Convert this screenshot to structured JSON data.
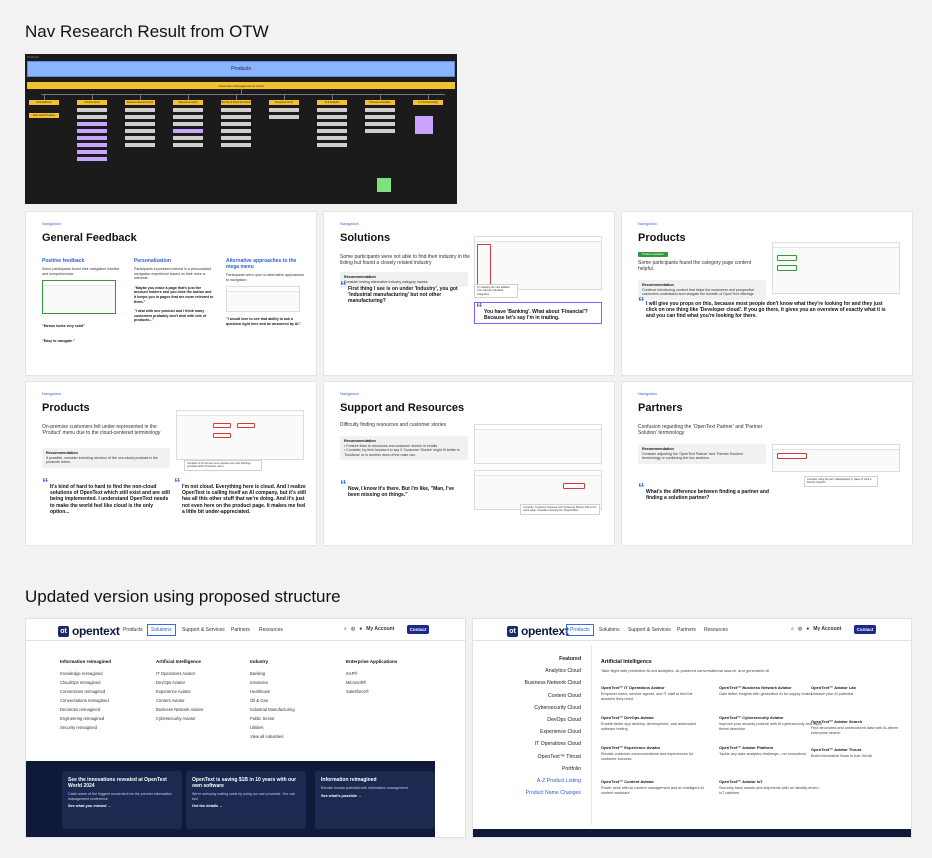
{
  "sections": {
    "top_title": "Nav Research Result from OTW",
    "bottom_title": "Updated version using proposed structure"
  },
  "board": {
    "label": "Products",
    "top": "Products",
    "info": "Information Management & Cloud",
    "columns": [
      {
        "header": "Cloud Editions",
        "items": [],
        "extra": [
          "Core Cloud Products"
        ]
      },
      {
        "header": "Content Cloud",
        "items": [
          "g",
          "g",
          "p",
          "p",
          "p",
          "p",
          "p",
          "p"
        ]
      },
      {
        "header": "Business Network Cloud",
        "items": [
          "g",
          "g",
          "g",
          "g",
          "g",
          "g"
        ]
      },
      {
        "header": "Experience Cloud",
        "items": [
          "g",
          "g",
          "g",
          "p",
          "g",
          "g"
        ]
      },
      {
        "header": "Security & Protection Cloud",
        "items": [
          "g",
          "g",
          "g",
          "g",
          "g",
          "g"
        ]
      },
      {
        "header": "Developer Cloud",
        "items": [
          "g",
          "g"
        ]
      },
      {
        "header": "AI & Analytics",
        "items": [
          "g",
          "g",
          "g",
          "g",
          "g",
          "g"
        ]
      },
      {
        "header": "Process Automation",
        "items": [
          "g",
          "g",
          "g",
          "g"
        ]
      },
      {
        "header": "A-Z Product listing",
        "items": []
      }
    ]
  },
  "slides": {
    "general": {
      "tag": "Navigation",
      "title": "General Feedback",
      "cols": [
        {
          "title": "Positive feedback",
          "desc": "Some participants found their navigation intuitive and comprehensive.",
          "quotes": [
            "\"Menus looks very solid\"",
            "\"Easy to navigate.\""
          ]
        },
        {
          "title": "Personalization",
          "desc": "Participants expressed interest in a personalized navigation experience based on their roles or interests.",
          "quotes": [
            "\"Maybe you make a page that's just the account holders and you click the button and it keeps you in pages that are more relevant to them.\"",
            "\"I deal with one product and I think many customers probably don't deal with lots of products...\""
          ]
        },
        {
          "title": "Alternative approaches to the mega menu",
          "desc": "Participants were open to alternative approaches to navigation.",
          "quotes": [
            "\"I would love to see that ability to ask a question right here and be answered by AI.\""
          ]
        }
      ]
    },
    "solutions": {
      "tag": "Navigation",
      "title": "Solutions",
      "desc": "Some participants were not able to find their industry in the listing but found a closely related industry",
      "rec_title": "Recommendation",
      "rec": "Consider testing alternative industry category names",
      "q1": "First thing I see is on under 'Industry', you got 'Industrial manufacturing' but not other manufacturing?",
      "q2": "You have 'Banking'. What about 'Financial'? Because let's say I'm in trading."
    },
    "products1": {
      "tag": "Navigation",
      "title": "Products",
      "desc": "Some participants found the category page content helpful.",
      "rec_title": "Recommendation",
      "rec": "Continue introducing content that helps the customers and prospective customers understand and navigate the breadth of OpenText offerings.",
      "q1": "I will give you props on this, because most people don't know what they're looking for and they just click on one thing like 'Developer cloud'. If you go there, it gives you an overview of exactly what it is and you can find what you're looking for there."
    },
    "products2": {
      "tag": "Navigation",
      "title": "Products",
      "desc": "On-premise customers felt under-represented in the 'Product' menu due to the cloud-centered terminology",
      "rec_title": "Recommendation",
      "rec": "If possible, consider including mention of the non-cloud products in the products menu.",
      "q1": "It's kind of hard to hard to find the non-cloud solutions of OpenText which still exist and are still being implemented. I understand OpenText needs to make the world feel like cloud is the only option...",
      "q2": "I'm not cloud. Everything here is cloud. And I realize OpenText is calling itself an AI company, but it's still has all this other stuff that we're doing. And it's just not even here on the product page. It makes me feel a little bit under-appreciated."
    },
    "support": {
      "tag": "Navigation",
      "title": "Support and Resources",
      "desc": "Difficulty finding resources and customer stories",
      "rec_title": "Recommendation",
      "rec": "• Feature links to resources and customer stories in emails\n• Consider, by their keyword to say if 'Customer Stories' might fit better in 'Solutions' or in another area of the main nav.",
      "q1": "Now, I know it's there. But I'm like, \"Man, I've been missing on things.\""
    },
    "partners": {
      "tag": "Navigation",
      "title": "Partners",
      "desc": "Confusion regarding the 'OpenText Partner' and 'Partner Solution' terminology",
      "rec_title": "Recommendation",
      "rec": "Consider adjusting the 'OpenText Partner' and 'Partner Solution' terminology or combining the two sections.",
      "q1": "What's the difference between finding a partner and finding a solution partner?"
    }
  },
  "site": {
    "logo": "opentext",
    "nav": [
      "Products",
      "Solutions",
      "Support & Services",
      "Partners",
      "Resources"
    ],
    "account": "My Account",
    "contact": "Contact"
  },
  "solutions_menu": {
    "cols": [
      {
        "title": "Information reimagined",
        "items": [
          "Knowledge reimagined",
          "CloudOps reimagined",
          "Connections reimagined",
          "Conversations reimagined",
          "Decisions reimagined",
          "Engineering reimagined",
          "Security reimagined"
        ]
      },
      {
        "title": "Artificial Intelligence",
        "items": [
          "IT Operations Aviator",
          "DevOps Aviator",
          "Experience Aviator",
          "Content Aviator",
          "Business Network Aviator",
          "Cybersecurity Aviator"
        ]
      },
      {
        "title": "Industry",
        "items": [
          "Banking",
          "Insurance",
          "Healthcare",
          "Oil & Gas",
          "Industrial Manufacturing",
          "Public Sector",
          "Utilities",
          "View all industries"
        ]
      },
      {
        "title": "Enterprise Applications",
        "items": [
          "SAP®",
          "Microsoft®",
          "Salesforce®"
        ]
      }
    ],
    "promos": [
      {
        "title": "See the innovations revealed at OpenText World 2024",
        "desc": "Catch some of the biggest moments from the premier information management conference",
        "link": "See what you missed →"
      },
      {
        "title": "OpenText is saving $1B in 10 years with our own software",
        "desc": "We're seriously cutting costs by using our own products. You can too!",
        "link": "Get the details →"
      },
      {
        "title": "Information reimagined",
        "desc": "Elevate human potential with information management",
        "link": "See what's possible →"
      }
    ]
  },
  "products_menu": {
    "left": [
      "Featured",
      "Analytics Cloud",
      "Business Network Cloud",
      "Content Cloud",
      "Cybersecurity Cloud",
      "DevOps Cloud",
      "Experience Cloud",
      "IT Operations Cloud",
      "OpenText™ Thrust",
      "Portfolio",
      "A-Z Product Listing",
      "Product Name Changes"
    ],
    "heading": "Artificial Intelligence",
    "subheading": "Take flight with predictive AI-led analytics, AI-powered conversational search, and generative AI",
    "products": [
      {
        "name": "OpenText™ IT Operations Aviator",
        "desc": "Empower users, service agents, and IT staff to find the answers they need"
      },
      {
        "name": "OpenText™ Business Network Aviator",
        "desc": "Gain better insights with generative AI for supply chains"
      },
      {
        "name": "OpenText™ Aviator Lab",
        "desc": "Unleash your AI potential"
      },
      {
        "name": "OpenText™ DevOps Aviator",
        "desc": "Enable faster app delivery, development, and automated software testing"
      },
      {
        "name": "OpenText™ Cybersecurity Aviator",
        "desc": "Improve your security posture with AI cybersecurity and rapid threat detection"
      },
      {
        "name": "OpenText™ Aviator Search",
        "desc": "Find structured and unstructured data with AI-driven enterprise search"
      },
      {
        "name": "OpenText™ Experience Aviator",
        "desc": "Elevate customer communications and experiences for customer success"
      },
      {
        "name": "OpenText™ Aviator Platform",
        "desc": "Tackle any data analytics challenge—no exceptions"
      },
      {
        "name": "OpenText™ Aviator Thrust",
        "desc": "Build information flows to fuel GenAI"
      },
      {
        "name": "OpenText™ Content Aviator",
        "desc": "Power work with AI content management and an intelligent AI content assistant"
      },
      {
        "name": "OpenText™ Aviator IoT",
        "desc": "Securely track assets and shipments with an identity-driven IoT platform"
      }
    ]
  }
}
